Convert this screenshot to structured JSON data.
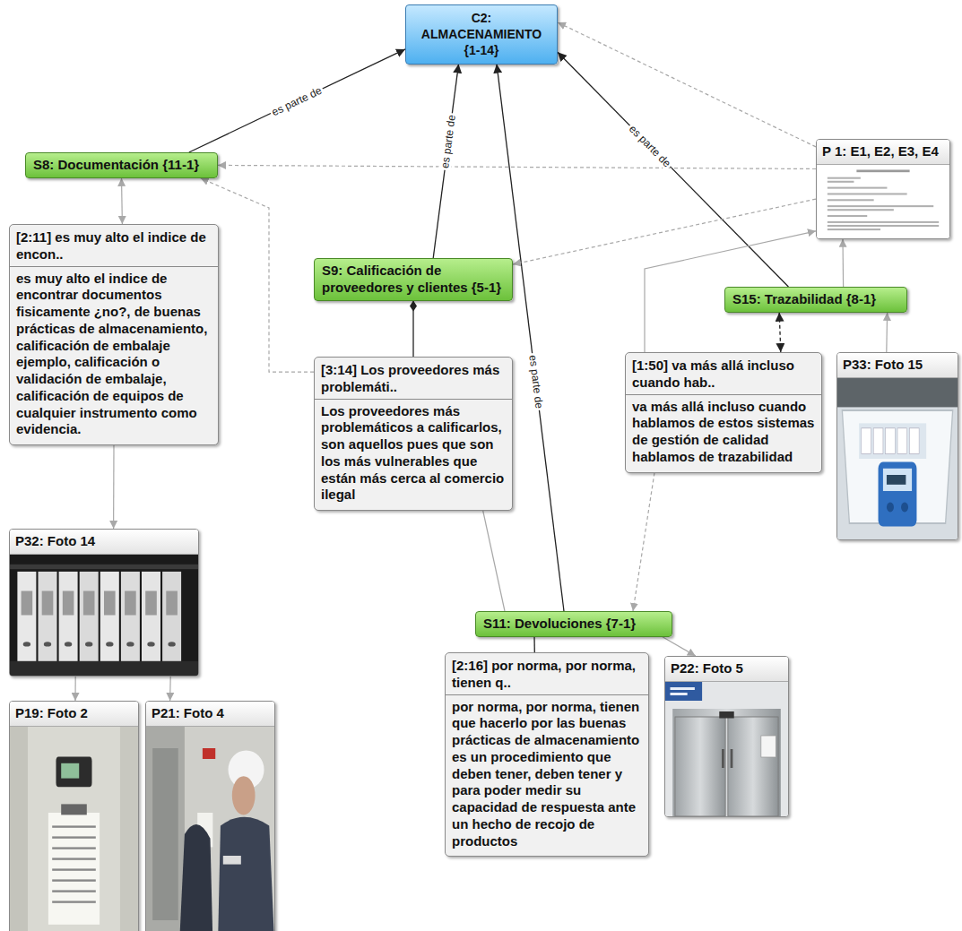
{
  "diagram": {
    "nodes": [
      {
        "text": [
          "C2: ALMACENAMIENTO {1-14}"
        ]
      },
      {
        "text": [
          "P 1: E1, E2, E3, E4"
        ]
      },
      {
        "text": [
          "S8: Documentación {11-1}"
        ]
      },
      {
        "text": [
          "S9: Calificación de proveedores y clientes {5-1}"
        ]
      },
      {
        "text": [
          "S15: Trazabilidad {8-1}"
        ]
      },
      {
        "text": [
          "[2:11] es muy alto el indice de encon..",
          "es muy alto el indice de encontrar documentos fisicamente ¿no?, de buenas prácticas de almacenamiento, calificación de embalaje ejemplo, calificación o validación de embalaje, calificación de equipos de cualquier instrumento como evidencia."
        ]
      },
      {
        "text": [
          "[3:14] Los proveedores más problemáti..",
          "Los proveedores más problemáticos a calificarlos, son aquellos pues que son los más vulnerables que están más cerca al comercio ilegal"
        ]
      },
      {
        "text": [
          "[1:50] va más allá incluso cuando hab..",
          "va más allá incluso cuando hablamos de estos sistemas de gestión de calidad hablamos de trazabilidad"
        ]
      },
      {
        "text": [
          "P33: Foto 15"
        ]
      },
      {
        "text": [
          "P32: Foto 14"
        ]
      },
      {
        "text": [
          "S11: Devoluciones {7-1}"
        ]
      },
      {
        "text": [
          "[2:16] por norma, por norma, tienen q..",
          "por norma, por norma, tienen que hacerlo por las buenas prácticas de almacenamiento es un procedimiento que deben tener, deben tener y para poder medir su capacidad de respuesta ante un hecho de recojo de productos"
        ]
      },
      {
        "text": [
          "P22: Foto 5"
        ]
      },
      {
        "text": [
          "P19: Foto 2"
        ]
      },
      {
        "text": [
          "P21: Foto 4"
        ]
      }
    ],
    "edges": [
      {
        "from": 2,
        "to": 0,
        "arrow": "to",
        "label": "es parte de"
      },
      {
        "from": 3,
        "to": 0,
        "arrow": "to",
        "label": "es parte de"
      },
      {
        "from": 10,
        "to": 0,
        "arrow": "to",
        "label": "es parte de"
      },
      {
        "from": 4,
        "to": 0,
        "arrow": "to",
        "label": "es parte de"
      },
      {
        "from": 1,
        "to": 0,
        "arrow": "to"
      },
      {
        "from": 1,
        "to": 2,
        "arrow": "to"
      },
      {
        "from": 1,
        "to": 3,
        "arrow": "to"
      },
      {
        "from": 2,
        "to": 5,
        "arrow": "both"
      },
      {
        "from": 3,
        "to": 6,
        "arrow": "none"
      },
      {
        "from": 4,
        "to": 7,
        "arrow": "both"
      },
      {
        "from": 4,
        "to": 1,
        "arrow": "to"
      },
      {
        "from": 8,
        "to": 4,
        "arrow": "to"
      },
      {
        "from": 7,
        "to": 1,
        "arrow": "to"
      },
      {
        "from": 7,
        "to": 10,
        "arrow": "to"
      },
      {
        "from": 6,
        "to": 10,
        "arrow": "none"
      },
      {
        "from": 6,
        "to": 2,
        "arrow": "to"
      },
      {
        "from": 10,
        "to": 11,
        "arrow": "none"
      },
      {
        "from": 10,
        "to": 12,
        "arrow": "to"
      },
      {
        "from": 5,
        "to": 9,
        "arrow": "to"
      },
      {
        "from": 9,
        "to": 13,
        "arrow": "to"
      },
      {
        "from": 9,
        "to": 14,
        "arrow": "to"
      }
    ]
  }
}
